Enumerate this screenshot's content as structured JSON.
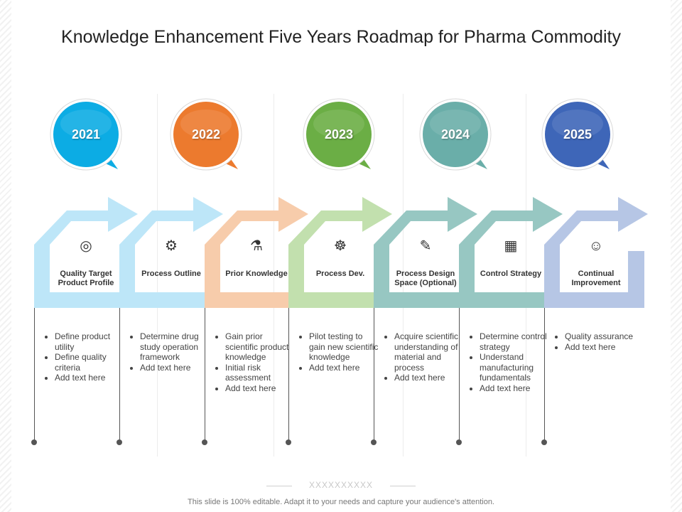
{
  "title": "Knowledge Enhancement Five Years Roadmap for Pharma Commodity",
  "years": [
    {
      "label": "2021",
      "color": "#0CACE4"
    },
    {
      "label": "2022",
      "color": "#EC7A2E"
    },
    {
      "label": "2023",
      "color": "#6BAE45"
    },
    {
      "label": "2024",
      "color": "#6AAEA9"
    },
    {
      "label": "2025",
      "color": "#3E66B8"
    }
  ],
  "steps": [
    {
      "label": "Quality Target Product Profile",
      "icon": "target-icon",
      "bullets": [
        "Define product utility",
        "Define quality criteria",
        "Add text here"
      ]
    },
    {
      "label": "Process Outline",
      "icon": "process-chart-icon",
      "bullets": [
        "Determine drug study operation framework",
        "Add text here"
      ]
    },
    {
      "label": "Prior Knowledge",
      "icon": "lab-flask-icon",
      "bullets": [
        "Gain prior scientific product knowledge",
        "Initial risk assessment",
        "Add text here"
      ]
    },
    {
      "label": "Process Dev.",
      "icon": "gear-cycle-icon",
      "bullets": [
        "Pilot testing to gain new scientific knowledge",
        "Add text here"
      ]
    },
    {
      "label": "Process Design Space (Optional)",
      "icon": "design-tools-icon",
      "bullets": [
        "Acquire scientific understanding of material and process",
        "Add text here"
      ]
    },
    {
      "label": "Control Strategy",
      "icon": "blueprint-icon",
      "bullets": [
        "Determine control strategy",
        "Understand manufacturing fundamentals",
        "Add text here"
      ]
    },
    {
      "label": "Continual Improvement",
      "icon": "team-growth-icon",
      "bullets": [
        "Quality assurance",
        "Add text here"
      ]
    }
  ],
  "arrow_colors": [
    "#BDE6F8",
    "#F7CCAB",
    "#C2E0AE",
    "#97C7C2",
    "#B6C6E5"
  ],
  "footer": {
    "decoration": "XXXXXXXXXX",
    "note": "This slide is 100% editable. Adapt it to your needs and capture your audience's attention."
  }
}
